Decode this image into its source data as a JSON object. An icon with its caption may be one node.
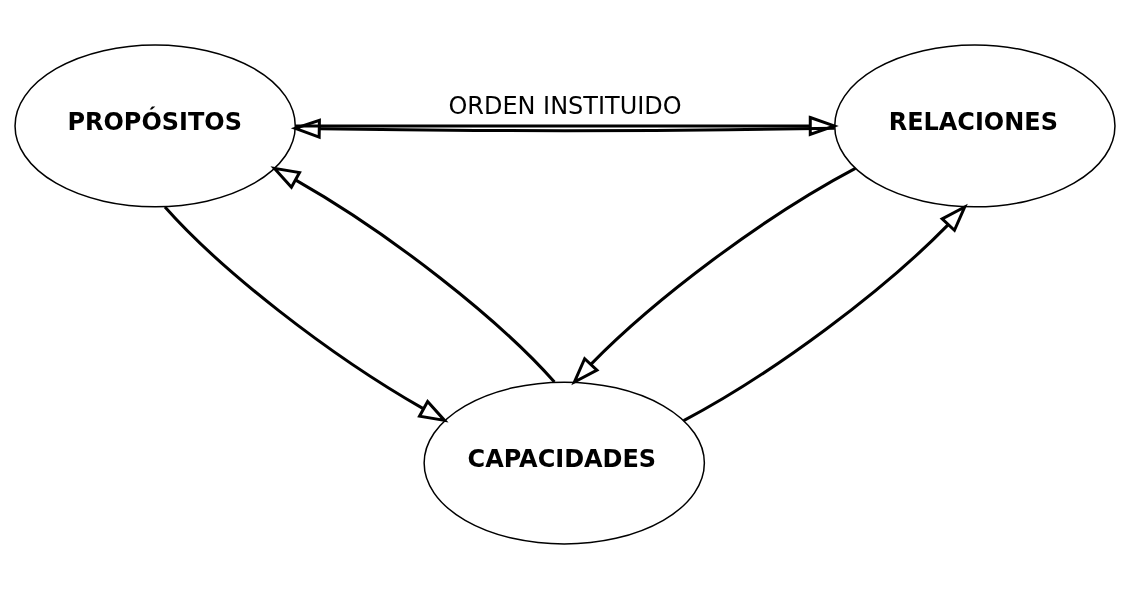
{
  "diagram": {
    "nodes": [
      {
        "text": [
          "PROPÓSITOS"
        ]
      },
      {
        "text": [
          "RELACIONES"
        ]
      },
      {
        "text": [
          "CAPACIDADES"
        ]
      }
    ],
    "edges": [
      {
        "from": 1,
        "to": 0,
        "arrow": "to"
      },
      {
        "from": 0,
        "to": 1,
        "arrow": "to",
        "label": "ORDEN INSTITUIDO"
      },
      {
        "from": 0,
        "to": 2,
        "arrow": "to"
      },
      {
        "from": 2,
        "to": 0,
        "arrow": "to"
      },
      {
        "from": 1,
        "to": 2,
        "arrow": "to"
      },
      {
        "from": 2,
        "to": 1,
        "arrow": "to"
      }
    ]
  }
}
